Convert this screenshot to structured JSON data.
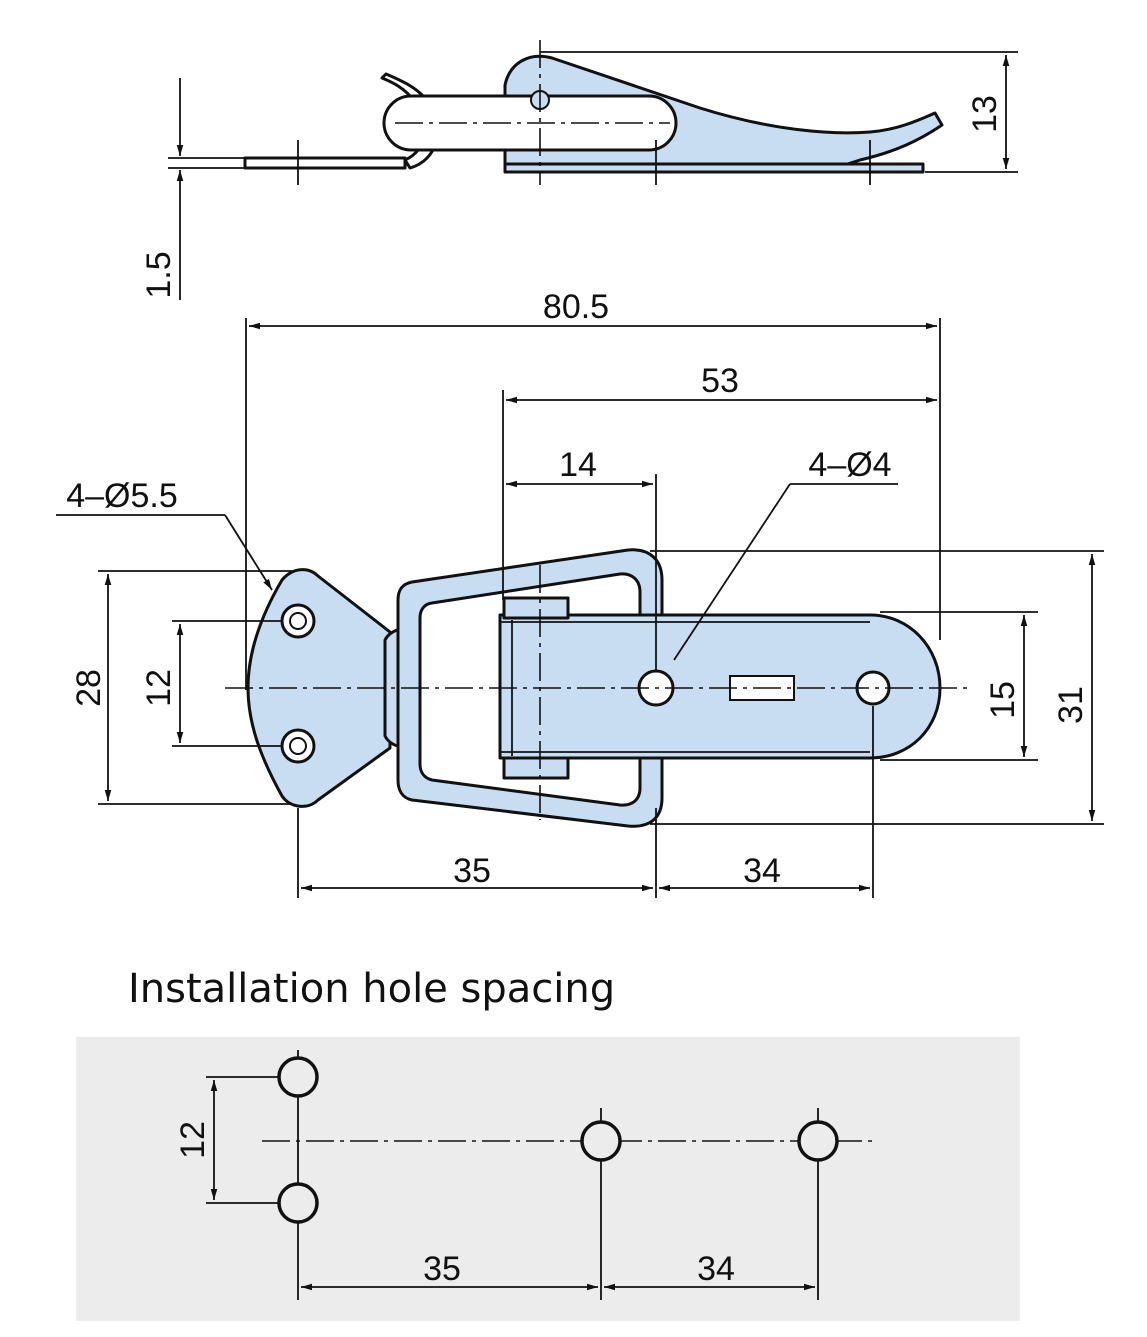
{
  "side_view": {
    "dim_height": "13",
    "dim_thickness": "1.5"
  },
  "top_view": {
    "dim_overall_length": "80.5",
    "dim_hook_length": "53",
    "dim_hook_offset": "14",
    "label_small_holes": "4–Ø4",
    "label_large_holes": "4–Ø5.5",
    "dim_base_width": "28",
    "dim_base_hole_spacing": "12",
    "dim_strike_width": "15",
    "dim_overall_width": "31",
    "dim_hole_spacing_a": "35",
    "dim_hole_spacing_b": "34"
  },
  "installation": {
    "title": "Installation hole spacing",
    "dim_vertical": "12",
    "dim_spacing_a": "35",
    "dim_spacing_b": "34",
    "panel_color": "#ececec"
  },
  "colors": {
    "part_fill": "#c9ddf2",
    "line": "#111111"
  }
}
